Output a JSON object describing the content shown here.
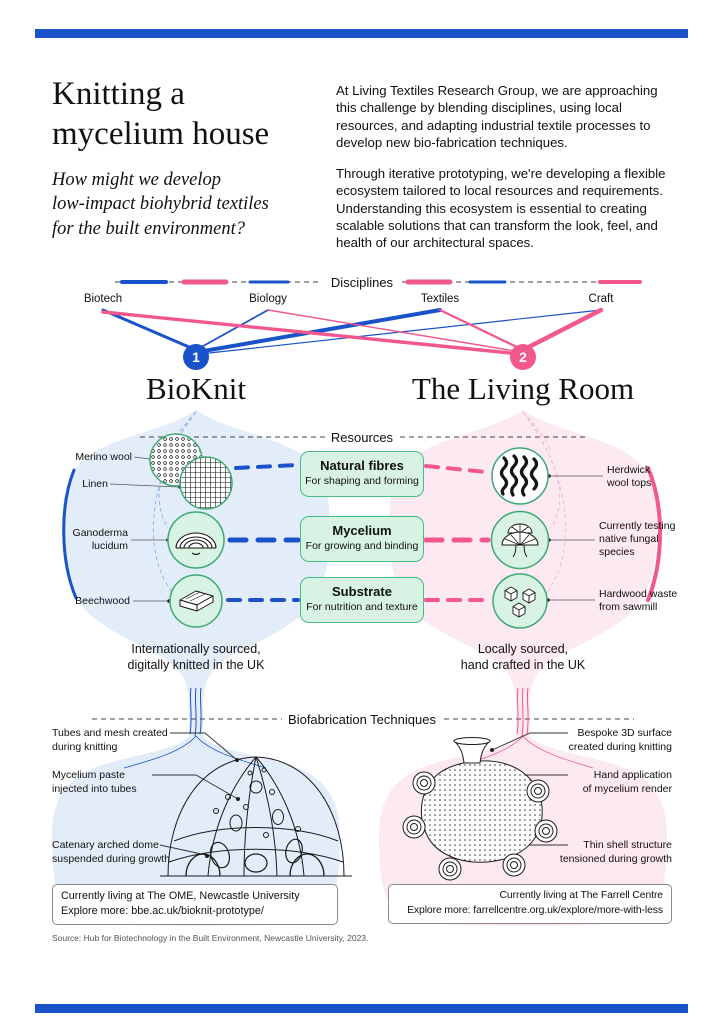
{
  "colors": {
    "blue": "#1a53c9",
    "pink": "#f2578e",
    "light_blue": "#e3edf9",
    "light_pink": "#fce9f1",
    "green_fill": "#d8f3e3",
    "green_border": "#45bd84"
  },
  "header": {
    "title": "Knitting a\nmycelium house",
    "question": "How might we develop\nlow-impact biohybrid textiles\nfor the built environment?",
    "intro_1": "At Living Textiles Research Group, we are approaching this challenge by blending disciplines, using local resources, and adapting industrial textile processes to develop new bio-fabrication techniques.",
    "intro_2": "Through iterative prototyping, we're developing a flexible ecosystem tailored to local resources and requirements. Understanding this ecosystem is essential to creating scalable solutions that can transform the look, feel, and health of our architectural spaces."
  },
  "sections": {
    "disciplines": "Disciplines",
    "resources": "Resources",
    "techniques": "Biofabrication Techniques"
  },
  "disciplines": {
    "items": [
      "Biotech",
      "Biology",
      "Textiles",
      "Craft"
    ]
  },
  "projects": {
    "bioknit": {
      "number": "1",
      "name": "BioKnit",
      "sourcing": "Internationally sourced,\ndigitally knitted in the UK",
      "materials": {
        "fibre": "Merino wool",
        "fibre2": "Linen",
        "fungus": "Ganoderma\nlucidum",
        "substrate": "Beechwood"
      },
      "annotations": [
        "Tubes and mesh created\nduring knitting",
        "Mycelium paste\ninjected into tubes",
        "Catenary arched dome\nsuspended during growth"
      ],
      "location": "Currently living at The OME, Newcastle University",
      "explore": "Explore more: bbe.ac.uk/bioknit-prototype/"
    },
    "livingroom": {
      "number": "2",
      "name": "The Living Room",
      "sourcing": "Locally sourced,\nhand crafted in the UK",
      "materials": {
        "fibre": "Herdwick\nwool tops",
        "fungus": "Currently testing\nnative fungal\nspecies",
        "substrate": "Hardwood waste\nfrom sawmill"
      },
      "annotations": [
        "Bespoke 3D surface\ncreated during knitting",
        "Hand application\nof mycelium render",
        "Thin shell structure\ntensioned during growth"
      ],
      "location": "Currently living at The Farrell Centre",
      "explore": "Explore more: farrellcentre.org.uk/explore/more-with-less"
    }
  },
  "resources": {
    "boxes": [
      {
        "title": "Natural fibres",
        "subtitle": "For shaping and forming"
      },
      {
        "title": "Mycelium",
        "subtitle": "For growing and binding"
      },
      {
        "title": "Substrate",
        "subtitle": "For nutrition and texture"
      }
    ]
  },
  "footer": {
    "source": "Source: Hub for Biotechnology in the Built Environment, Newcastle University, 2023."
  }
}
